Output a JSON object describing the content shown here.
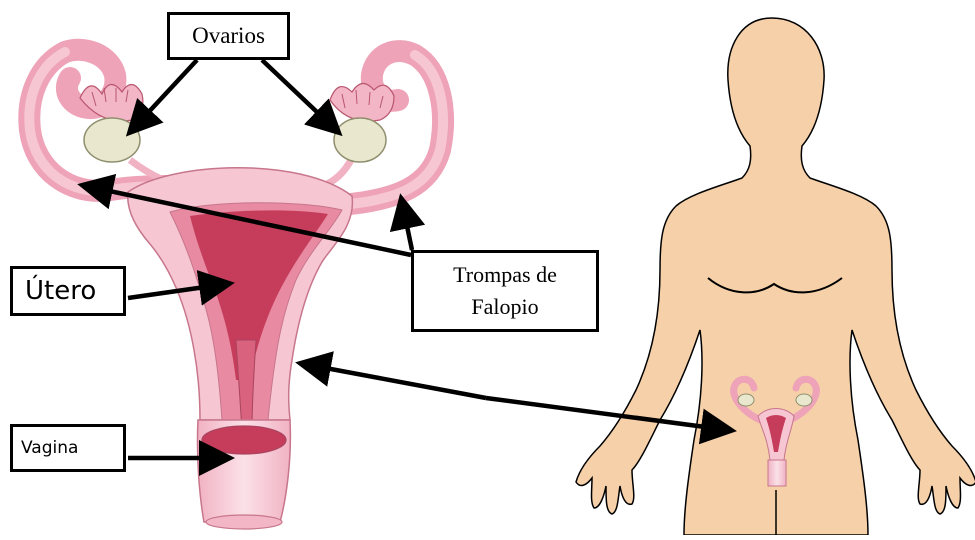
{
  "labels": {
    "ovarios": "Ovarios",
    "trompas_line1": "Trompas de",
    "trompas_line2": "Falopio",
    "utero": "Útero",
    "vagina": "Vagina"
  },
  "colors": {
    "tissue_light": "#f7c6d3",
    "tissue_mid": "#eea3b8",
    "tissue_dark": "#d9627f",
    "lumen": "#c63d5c",
    "ovary": "#e9e8cf",
    "skin": "#f5d0a8",
    "outline": "#000000"
  }
}
